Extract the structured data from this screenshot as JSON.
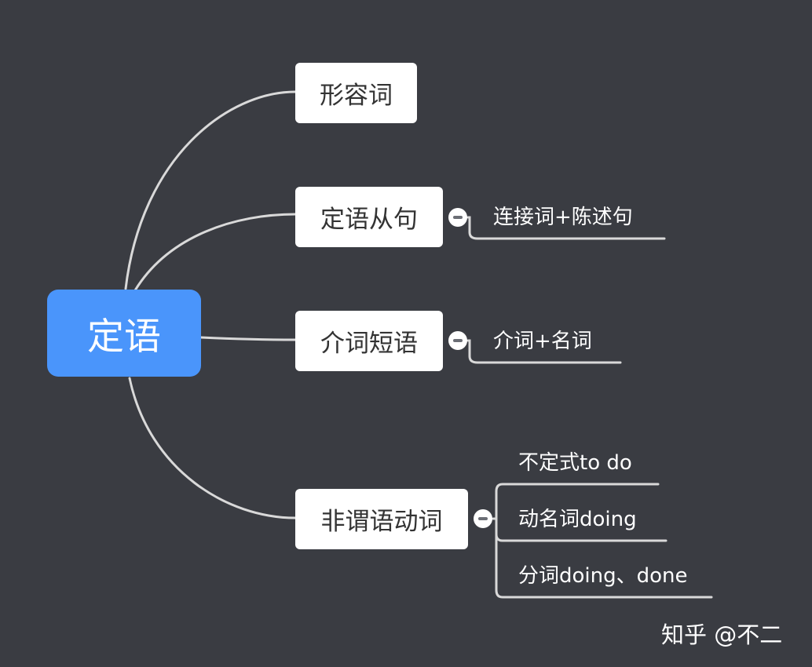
{
  "colors": {
    "background": "#3a3c42",
    "root_fill": "#4a95fb",
    "node_fill": "#ffffff",
    "connector": "#d9d9d9"
  },
  "root": {
    "label": "定语"
  },
  "topics": [
    {
      "label": "形容词"
    },
    {
      "label": "定语从句"
    },
    {
      "label": "介词短语"
    },
    {
      "label": "非谓语动词"
    }
  ],
  "subtopics": {
    "clause": [
      "连接词+陈述句"
    ],
    "prep": [
      "介词+名词"
    ],
    "nonfinite": [
      "不定式to do",
      "动名词doing",
      "分词doing、done"
    ]
  },
  "watermark": "知乎 @不二"
}
